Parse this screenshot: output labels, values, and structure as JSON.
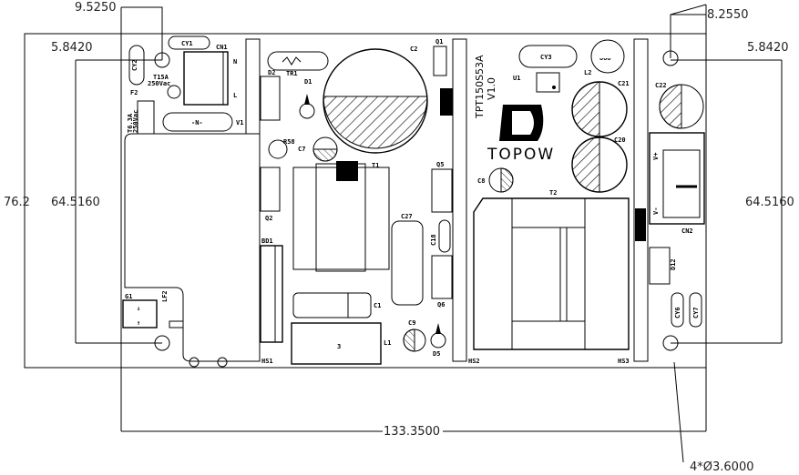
{
  "dimensions": {
    "top_left_offset": "9.5250",
    "left_hole_offset": "5.8420",
    "top_right_offset": "8.2550",
    "right_hole_offset": "5.8420",
    "board_height": "76.2",
    "hole_spacing_vertical_left": "64.5160",
    "hole_spacing_vertical_right": "64.5160",
    "hole_spacing_horizontal": "133.3500",
    "hole_spec": "4*Ø3.6000"
  },
  "components": {
    "cy1": "CY1",
    "cy2": "CY2",
    "cy3": "CY3",
    "cy6": "CY6",
    "cy7": "CY7",
    "cn1": "CN1",
    "cn1_n": "N",
    "cn1_l": "L",
    "f1_rating": "T15A",
    "f1_voltage": "250Vac",
    "f2": "F2",
    "f_main_rating": "T6.3A",
    "f_main_voltage": "250Vac",
    "v1": "V1",
    "tr1": "TR1",
    "d1": "D1",
    "d2": "D2",
    "d5": "D5",
    "d12": "D12",
    "r58": "R58",
    "c1": "C1",
    "c2": "C2",
    "c7": "C7",
    "c8": "C8",
    "c9": "C9",
    "c18": "C18",
    "c20": "C20",
    "c21": "C21",
    "c22": "C22",
    "c27": "C27",
    "q1": "Q1",
    "q2": "Q2",
    "q5": "Q5",
    "q6": "Q6",
    "t1": "T1",
    "t2": "T2",
    "u1": "U1",
    "l1": "L1",
    "l2": "L2",
    "lf2": "LF2",
    "g1": "G1",
    "bd1": "BD1",
    "hs1": "HS1",
    "hs2": "HS2",
    "hs3": "HS3",
    "cn2": "CN2",
    "vplus": "V+",
    "vminus": "V-"
  },
  "board": {
    "model": "TPT150S53A",
    "version": "V1.0",
    "brand": "TOPOW"
  }
}
